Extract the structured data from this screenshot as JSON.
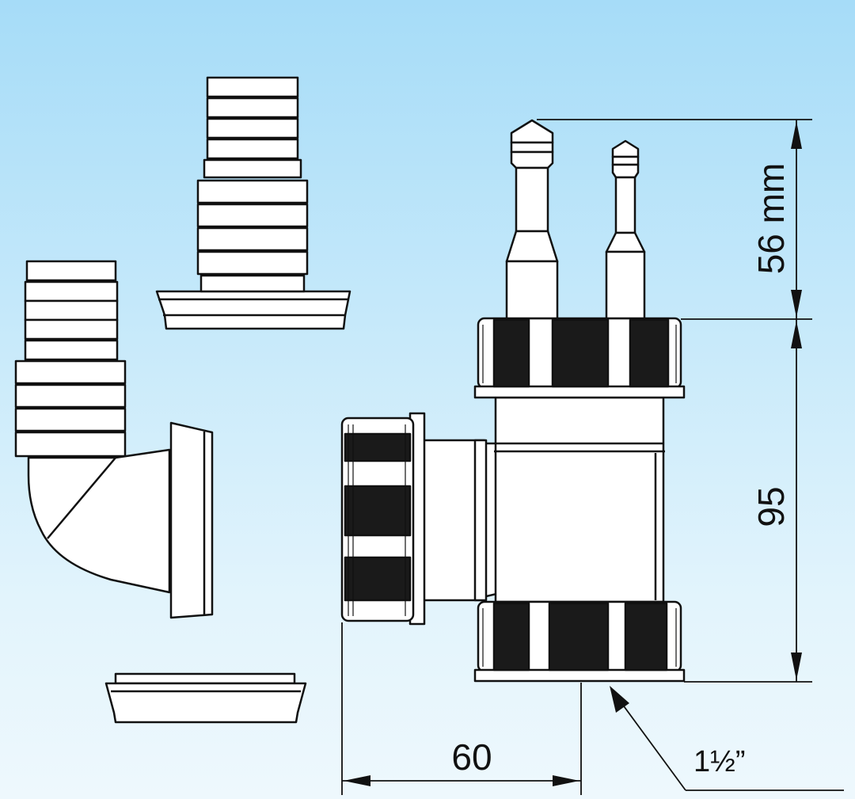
{
  "dimensions": {
    "top_height": "56 mm",
    "body_height": "95",
    "width": "60",
    "thread_size": "1½”"
  },
  "colors": {
    "line": "#111111",
    "background_top": "#a6dcf8",
    "background_bottom": "#eef8fd",
    "part_fill": "#ffffff",
    "nut_dark": "#1a1a1a"
  }
}
